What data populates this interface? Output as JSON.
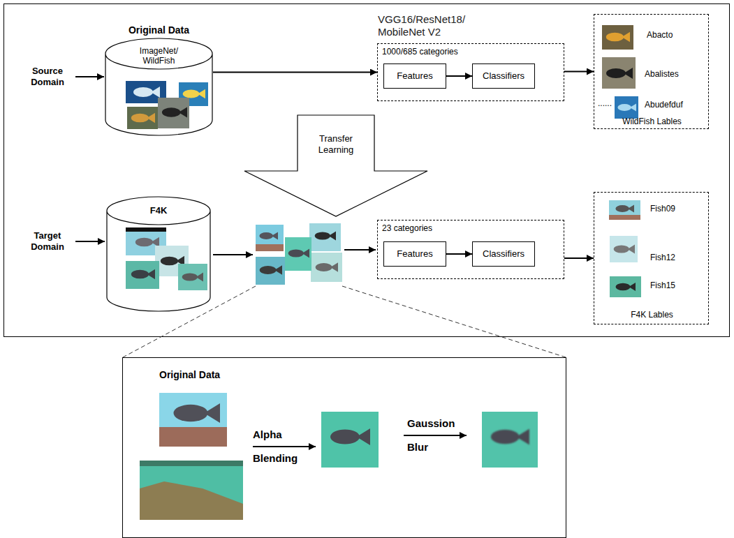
{
  "diagram": {
    "nodes": [
      {
        "text": [
          "Original Data",
          "ImageNet/ WildFish"
        ]
      },
      {
        "text": [
          "VGG16/ResNet18/ MobileNet V2",
          "1000/685 categories"
        ]
      },
      {
        "text": [
          "Features"
        ],
        "in": 1
      },
      {
        "text": [
          "Classifiers"
        ],
        "in": 1
      },
      {
        "text": [
          "Abacto",
          "Abalistes",
          "......",
          "Abudefduf",
          "WildFish Lables"
        ]
      },
      {
        "text": [
          "Transfer Learning"
        ]
      },
      {
        "text": [
          "F4K"
        ]
      },
      {
        "text": [
          "23 categories"
        ]
      },
      {
        "text": [
          "Features"
        ],
        "in": 7
      },
      {
        "text": [
          "Classifiers"
        ],
        "in": 7
      },
      {
        "text": [
          "Fish09",
          "Fish12",
          "Fish15",
          "F4K Lables"
        ]
      },
      {
        "text": [
          "Original Data"
        ]
      }
    ],
    "edges": [
      {
        "from": 0,
        "to": 1,
        "arrow": "to"
      },
      {
        "from": 2,
        "to": 3,
        "arrow": "to"
      },
      {
        "from": 1,
        "to": 4,
        "arrow": "to"
      },
      {
        "from": 8,
        "to": 9,
        "arrow": "to"
      },
      {
        "from": 7,
        "to": 10,
        "arrow": "to"
      }
    ],
    "labels": [
      "Source Domain",
      "Target Domain",
      "Alpha Blending",
      "Gaussion Blur"
    ]
  }
}
